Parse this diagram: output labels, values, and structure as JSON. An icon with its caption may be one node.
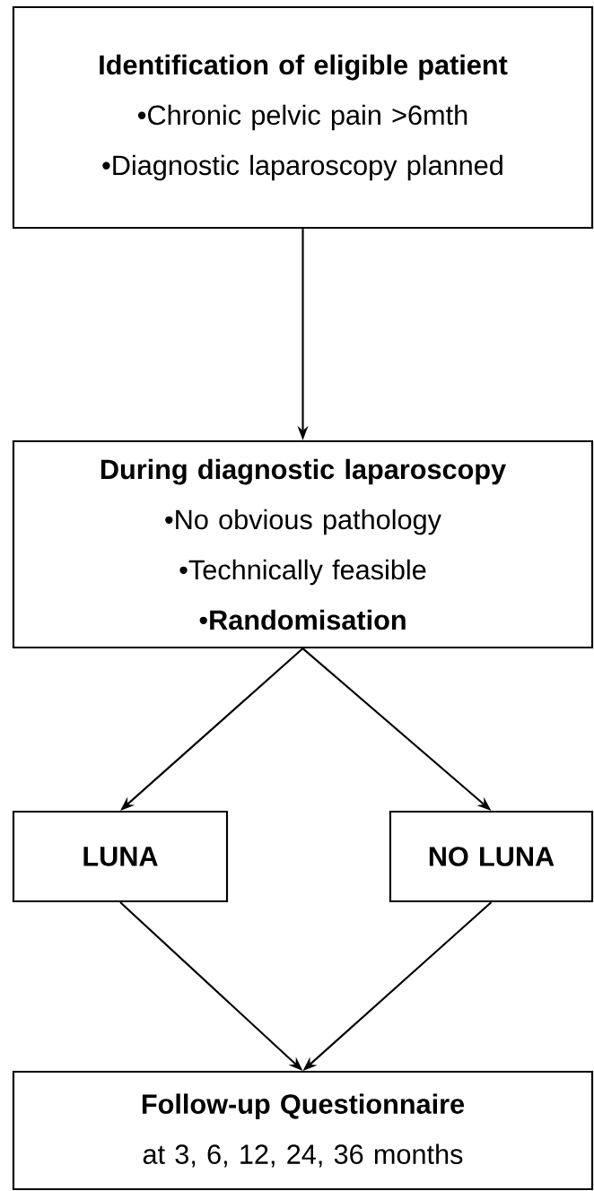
{
  "diagram": {
    "nodes": [
      {
        "text": [
          "Identification of eligible patient",
          "•Chronic pelvic pain >6mth",
          "•Diagnostic laparoscopy planned"
        ]
      },
      {
        "text": [
          "During diagnostic laparoscopy",
          "•No obvious pathology",
          "•Technically feasible",
          "•**Randomisation**"
        ]
      },
      {
        "text": [
          "LUNA"
        ]
      },
      {
        "text": [
          "NO LUNA"
        ]
      },
      {
        "text": [
          "Follow-up Questionnaire",
          "at 3, 6, 12, 24, 36 months"
        ]
      }
    ],
    "edges": [
      {
        "from": 0,
        "to": 1,
        "arrow": "to"
      },
      {
        "from": 1,
        "to": 2,
        "arrow": "to"
      },
      {
        "from": 1,
        "to": 3,
        "arrow": "to"
      },
      {
        "from": 2,
        "to": 4,
        "arrow": "to"
      },
      {
        "from": 3,
        "to": 4,
        "arrow": "to"
      }
    ]
  }
}
